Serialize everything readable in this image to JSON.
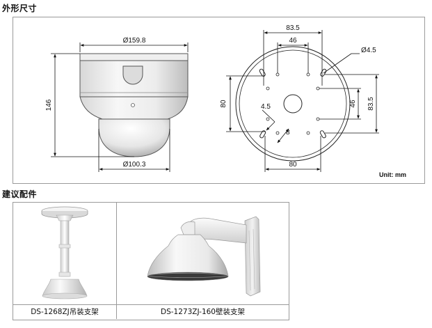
{
  "sections": {
    "dimensions_title": "外形尺寸",
    "accessories_title": "建议配件"
  },
  "side_view": {
    "top_diameter": "Ø159.8",
    "height": "146",
    "bottom_diameter": "Ø100.3"
  },
  "top_view": {
    "width_outer": "83.5",
    "width_inner": "46",
    "hole_diameter": "Ø4.5",
    "height_left": "80",
    "height_inner_right": "46",
    "height_outer_right": "83.5",
    "slot_width": "4.5",
    "slot_length": "8",
    "bottom_width": "80"
  },
  "unit_label": "Unit: mm",
  "accessories": [
    {
      "caption": "DS-1268ZJ吊装支架"
    },
    {
      "caption": "DS-1273ZJ-160壁装支架"
    }
  ]
}
